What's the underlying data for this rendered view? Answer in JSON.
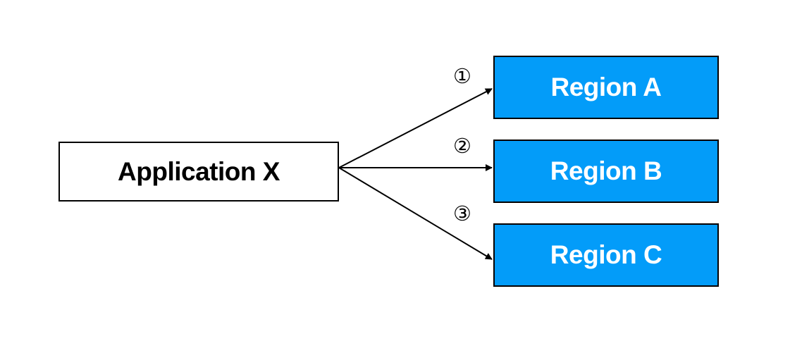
{
  "diagram": {
    "source": {
      "label": "Application X"
    },
    "regions": [
      {
        "label": "Region A",
        "step": "①"
      },
      {
        "label": "Region B",
        "step": "②"
      },
      {
        "label": "Region C",
        "step": "③"
      }
    ],
    "colors": {
      "region_fill": "#039cf9",
      "border": "#000000",
      "arrow": "#000000",
      "source_fill": "#ffffff"
    }
  }
}
